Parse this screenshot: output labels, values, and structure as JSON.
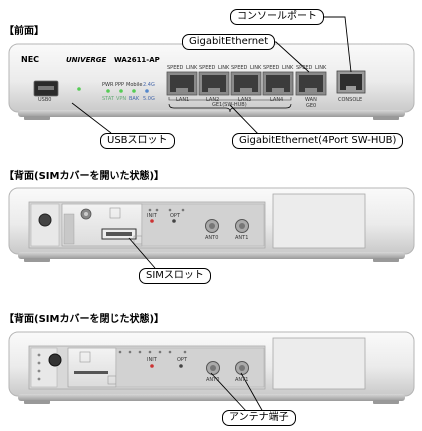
{
  "sections": {
    "front": "【前面】",
    "rear_open": "【背面(SIMカバーを開いた状態)】",
    "rear_closed": "【背面(SIMカバーを閉じた状態)】"
  },
  "callouts": {
    "console_port": "コンソールポート",
    "gigabit_ethernet": "GigabitEthernet",
    "usb_slot": "USBスロット",
    "gigabit_ethernet_hub": "GigabitEthernet(4Port SW-HUB)",
    "sim_slot": "SIMスロット",
    "antenna_terminal": "アンテナ端子"
  },
  "front_panel": {
    "brand": "NEC",
    "series": "UNIVERGE",
    "model": "WA2611-AP",
    "usb_port_label": "USB0",
    "led_labels_top": [
      "PWR",
      "PPP",
      "Mobile",
      "2.4G"
    ],
    "led_labels_bottom": [
      "STAT",
      "VPN",
      "BAK",
      "5.0G"
    ],
    "port_led_labels": [
      "SPEED",
      "LINK",
      "SPEED",
      "LINK",
      "SPEED",
      "LINK",
      "SPEED",
      "LINK"
    ],
    "lan_labels": [
      "LAN1",
      "LAN2",
      "LAN3",
      "LAN4"
    ],
    "lan_group_label": "GE1(SW-HUB)",
    "wan_led_labels": [
      "SPEED",
      "LINK"
    ],
    "wan_label": "WAN",
    "wan_sub_label": "GE0",
    "console_label": "CONSOLE"
  },
  "rear_panel_open": {
    "init_label": "INIT",
    "opt_label": "OPT",
    "antenna_labels": [
      "ANT0",
      "ANT1"
    ]
  },
  "rear_panel_closed": {
    "init_label": "INIT",
    "opt_label": "OPT",
    "antenna_labels": [
      "ANT0",
      "ANT1"
    ]
  }
}
